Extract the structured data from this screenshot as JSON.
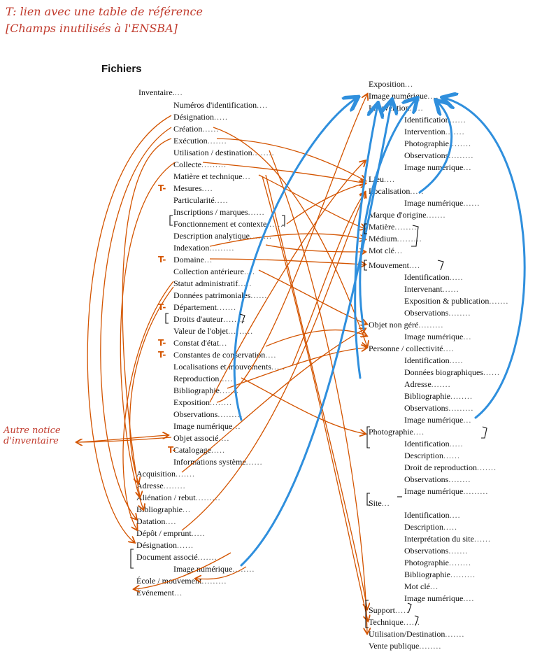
{
  "note": {
    "line1": "T: lien avec une table de référence",
    "line2": "[Champs inutilisés à l'ENSBA]"
  },
  "heading": "Fichiers",
  "outside_label": {
    "line1": "Autre notice",
    "line2": "d'inventaire"
  },
  "dots": "..........",
  "left_fields": [
    "Inventaire.",
    "Numéros d'identification",
    "Désignation",
    "Création",
    "Exécution",
    "Utilisation / destination",
    "Collecte",
    "Matière et technique",
    "Mesures",
    "Particularité",
    "Inscriptions / marques",
    "Fonctionnement et contexte",
    "Description analytique",
    "Indexation",
    "Domaine",
    "Collection antérieure",
    "Statut administratif",
    "Données patrimoniales",
    "Département",
    "Droits d'auteur",
    "Valeur de l'objet",
    "Constat d'état",
    "Constantes de conservation",
    "Localisations et mouvements",
    "Reproduction",
    "Bibliographie",
    "Exposition",
    "Observations",
    "Image numérique",
    "Objet associé",
    "Catalogage",
    "Informations système",
    "Acquisition",
    "Adresse",
    "Aliénation / rebut",
    "Bibliographie",
    "Datation",
    "Dépôt / emprunt",
    "Désignation",
    "Document associé",
    "Image numérique",
    "École / mouvement",
    "Événement"
  ],
  "right_fields": [
    "Exposition",
    "Image numérique",
    "Intervention",
    "Identification",
    "Intervention",
    "Photographie",
    "Observations",
    "Image numérique",
    "Lieu",
    "Localisation",
    "Image numérique",
    "Marque d'origine",
    "Matière",
    "Médium",
    "Mot clé",
    "Mouvement",
    "Identification",
    "Intervenant",
    "Exposition & publication",
    "Observations",
    "Objet non géré",
    "Image numérique",
    "Personne / collectivité",
    "Identification",
    "Données biographiques",
    "Adresse",
    "Bibliographie",
    "Observations",
    "Image numérique",
    "Photographie",
    "Identification",
    "Description",
    "Droit de reproduction",
    "Observations",
    "Image numérique",
    "Site",
    "Identification",
    "Description",
    "Interprétation du site",
    "Observations",
    "Photographie",
    "Bibliographie",
    "Mot clé",
    "Image numérique",
    "Support",
    "Technique",
    "Utilisation/Destination",
    "Vente publique"
  ],
  "t_marks": [
    "T",
    "T",
    "T",
    "T",
    "T",
    "T"
  ],
  "colors": {
    "orange": "#d35400",
    "blue": "#2f8fdd",
    "text": "#111111"
  }
}
